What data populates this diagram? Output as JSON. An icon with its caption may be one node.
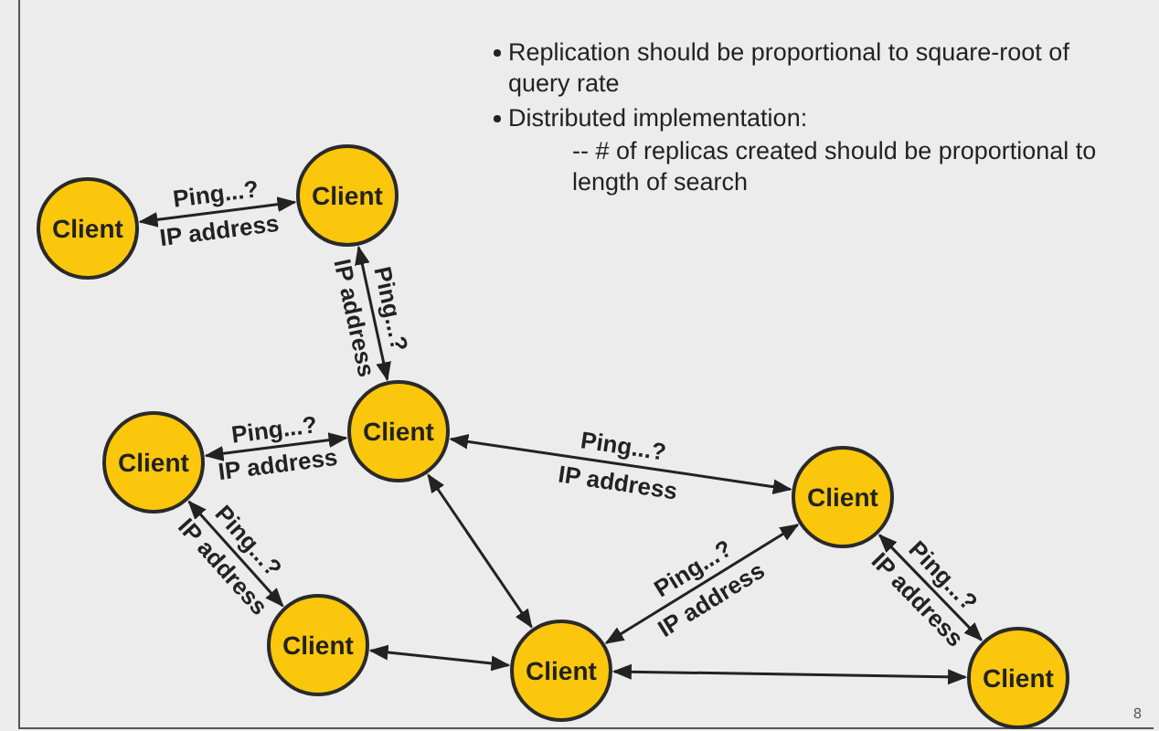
{
  "diagram": {
    "nodes": [
      {
        "text": [
          "Client"
        ]
      },
      {
        "text": [
          "Client"
        ]
      },
      {
        "text": [
          "Client"
        ]
      },
      {
        "text": [
          "Client"
        ]
      },
      {
        "text": [
          "Client"
        ]
      },
      {
        "text": [
          "Client"
        ]
      },
      {
        "text": [
          "Client"
        ]
      },
      {
        "text": [
          "Client"
        ]
      }
    ],
    "edges": [
      {
        "from": 1,
        "to": 0,
        "arrow": "both",
        "label": "Ping...?"
      },
      {
        "from": 1,
        "to": 2,
        "arrow": "both",
        "label": "Ping...?"
      },
      {
        "from": 2,
        "to": 3,
        "arrow": "both",
        "label": "Ping...?"
      },
      {
        "from": 3,
        "to": 4,
        "arrow": "both",
        "label": "Ping...?"
      },
      {
        "from": 2,
        "to": 6,
        "arrow": "both",
        "label": "Ping...?"
      },
      {
        "from": 2,
        "to": 5,
        "arrow": "both"
      },
      {
        "from": 4,
        "to": 5,
        "arrow": "both"
      },
      {
        "from": 5,
        "to": 6,
        "arrow": "both",
        "label": "Ping...?"
      },
      {
        "from": 6,
        "to": 7,
        "arrow": "both",
        "label": "Ping...?"
      },
      {
        "from": 5,
        "to": 7,
        "arrow": "both"
      }
    ],
    "labels": [
      "Replication should be proportional to square-root of query rate",
      "Distributed implementation:",
      "-- # of replicas created should be proportional to length of search",
      "IP address",
      "IP address",
      "IP address",
      "IP address",
      "IP address",
      "IP address",
      "IP address",
      "8"
    ]
  }
}
